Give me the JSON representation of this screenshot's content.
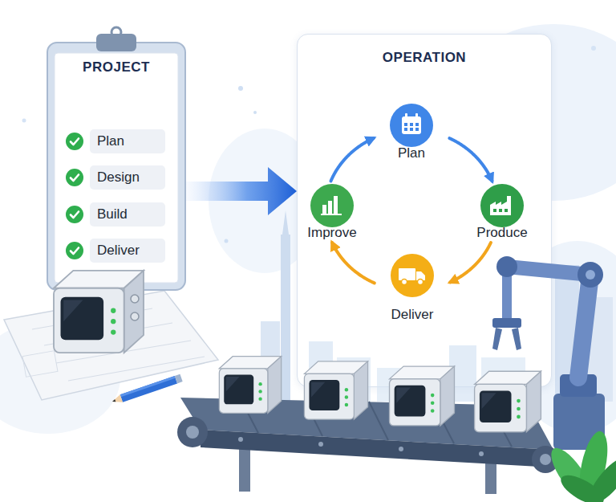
{
  "diagram": {
    "nodes": [
      {
        "text": [
          "PROJECT"
        ]
      },
      {
        "text": [
          "Plan"
        ],
        "in": 0
      },
      {
        "text": [
          "Design"
        ],
        "in": 0
      },
      {
        "text": [
          "Build"
        ],
        "in": 0
      },
      {
        "text": [
          "Deliver"
        ],
        "in": 0
      },
      {
        "text": [
          "OPERATION"
        ]
      },
      {
        "text": [
          "Plan"
        ],
        "in": 5
      },
      {
        "text": [
          "Produce"
        ],
        "in": 5
      },
      {
        "text": [
          "Deliver"
        ],
        "in": 5
      },
      {
        "text": [
          "Improve"
        ],
        "in": 5
      }
    ],
    "edges": [
      {
        "from": 0,
        "to": 5,
        "arrow": "to"
      },
      {
        "from": 6,
        "to": 7,
        "arrow": "to"
      },
      {
        "from": 7,
        "to": 8,
        "arrow": "to"
      },
      {
        "from": 8,
        "to": 9,
        "arrow": "to"
      },
      {
        "from": 9,
        "to": 6,
        "arrow": "to"
      }
    ]
  }
}
